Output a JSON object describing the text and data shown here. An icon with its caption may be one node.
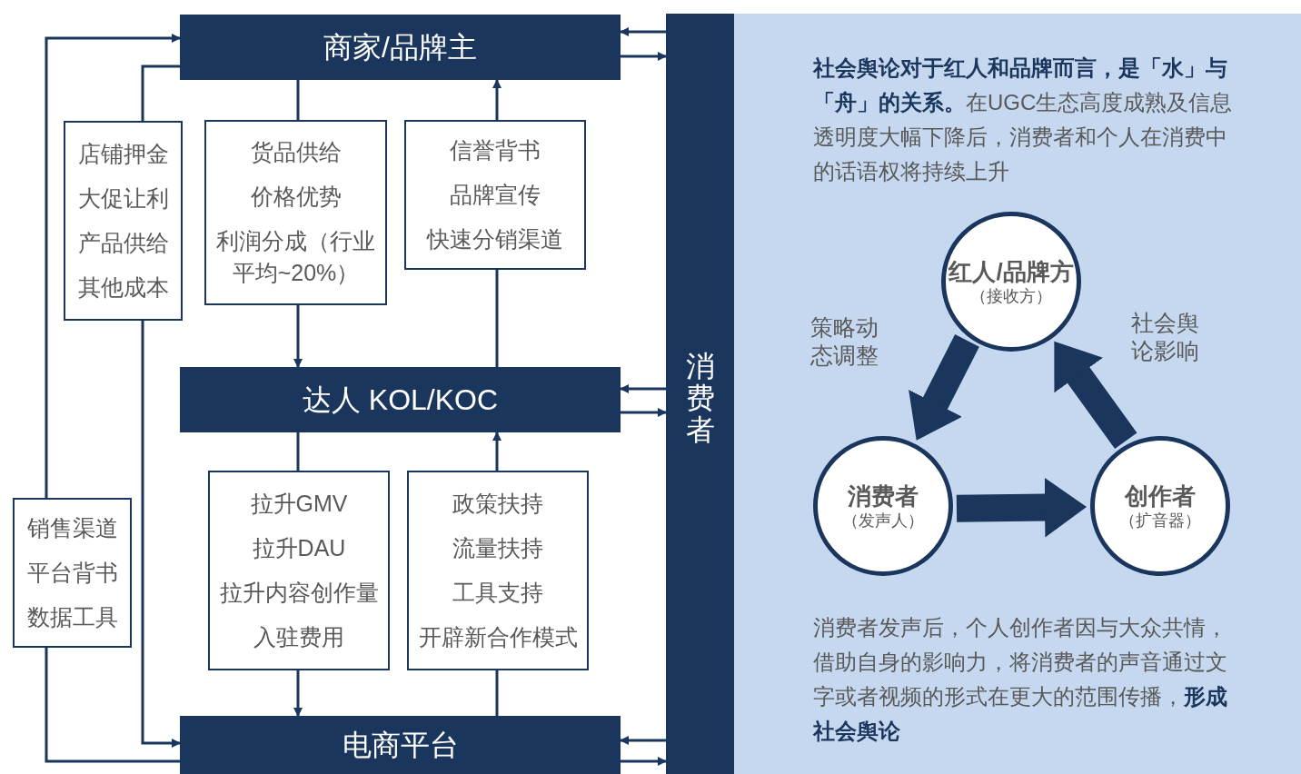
{
  "diagram": {
    "nodes": [
      {
        "text": [
          "商家/品牌主"
        ]
      },
      {
        "text": [
          "达人 KOL/KOC"
        ]
      },
      {
        "text": [
          "电商平台"
        ]
      },
      {
        "text": [
          "消费者"
        ]
      },
      {
        "text": [
          "店铺押金",
          "大促让利",
          "产品供给",
          "其他成本"
        ]
      },
      {
        "text": [
          "货品供给",
          "价格优势",
          "利润分成（行业平均~20%）"
        ]
      },
      {
        "text": [
          "信誉背书",
          "品牌宣传",
          "快速分销渠道"
        ]
      },
      {
        "text": [
          "拉升GMV",
          "拉升DAU",
          "拉升内容创作量",
          "入驻费用"
        ]
      },
      {
        "text": [
          "政策扶持",
          "流量扶持",
          "工具支持",
          "开辟新合作模式"
        ]
      },
      {
        "text": [
          "销售渠道",
          "平台背书",
          "数据工具"
        ]
      },
      {
        "text": [
          "红人/品牌方",
          "（接收方）"
        ]
      },
      {
        "text": [
          "消费者",
          "（发声人）"
        ]
      },
      {
        "text": [
          "创作者",
          "（扩音器）"
        ]
      }
    ],
    "edges": [
      {
        "from": 0,
        "to": 4,
        "arrow": "none"
      },
      {
        "from": 4,
        "to": 2,
        "arrow": "to"
      },
      {
        "from": 2,
        "to": 9,
        "arrow": "none"
      },
      {
        "from": 9,
        "to": 0,
        "arrow": "to"
      },
      {
        "from": 0,
        "to": 5,
        "arrow": "none"
      },
      {
        "from": 5,
        "to": 1,
        "arrow": "to"
      },
      {
        "from": 1,
        "to": 6,
        "arrow": "none"
      },
      {
        "from": 6,
        "to": 0,
        "arrow": "to"
      },
      {
        "from": 1,
        "to": 7,
        "arrow": "none"
      },
      {
        "from": 7,
        "to": 2,
        "arrow": "to"
      },
      {
        "from": 2,
        "to": 8,
        "arrow": "none"
      },
      {
        "from": 8,
        "to": 1,
        "arrow": "to"
      },
      {
        "from": 3,
        "to": 0,
        "arrow": "to"
      },
      {
        "from": 0,
        "to": 3,
        "arrow": "to"
      },
      {
        "from": 3,
        "to": 1,
        "arrow": "to"
      },
      {
        "from": 1,
        "to": 3,
        "arrow": "to"
      },
      {
        "from": 3,
        "to": 2,
        "arrow": "to"
      },
      {
        "from": 2,
        "to": 3,
        "arrow": "to"
      },
      {
        "from": 10,
        "to": 11,
        "arrow": "to",
        "label": "策略动态调整",
        "style": "thick"
      },
      {
        "from": 11,
        "to": 12,
        "arrow": "to",
        "style": "thick"
      },
      {
        "from": 12,
        "to": 10,
        "arrow": "to",
        "label": "社会舆论影响",
        "style": "thick"
      }
    ],
    "labels": [
      "**社会舆论对于红人和品牌而言，是「水」与「舟」的关系。**在UGC生态高度成熟及信息透明度大幅下降后，消费者和个人在消费中的话语权将持续上升",
      "消费者发声后，个人创作者因与大众共情，借助自身的影响力，将消费者的声音通过文字或者视频的形式在更大的范围传播，**形成社会舆论**"
    ]
  }
}
